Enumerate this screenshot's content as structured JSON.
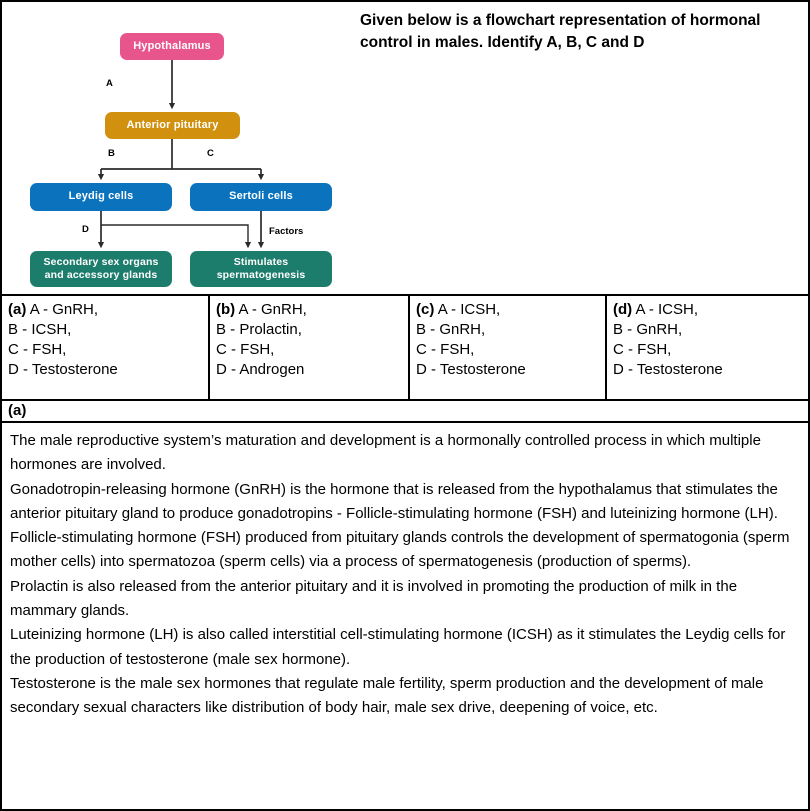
{
  "prompt": {
    "text": "Given below is a flowchart representation of hormonal control in males. Identify A, B, C and D"
  },
  "flowchart": {
    "nodes": {
      "hypothalamus": "Hypothalamus",
      "anterior_pituitary": "Anterior pituitary",
      "leydig_cells": "Leydig cells",
      "sertoli_cells": "Sertoli cells",
      "secondary_sex_organs": "Secondary sex organs\nand accessory glands",
      "secondary_sex_organs_l1": "Secondary sex organs",
      "secondary_sex_organs_l2": "and accessory glands",
      "stimulates_spermatogenesis_l1": "Stimulates",
      "stimulates_spermatogenesis_l2": "spermatogenesis"
    },
    "edge_labels": {
      "a": "A",
      "b": "B",
      "c": "C",
      "d": "D",
      "factors": "Factors"
    },
    "colors": {
      "hypothalamus": "#e8558c",
      "anterior_pituitary": "#d1900e",
      "cells": "#0b73bd",
      "targets": "#1d7d6c",
      "connector": "#2b2b2b"
    }
  },
  "options": [
    {
      "key": "(a)",
      "lines": [
        "A - GnRH,",
        "B - ICSH,",
        "C - FSH,",
        "D - Testosterone"
      ]
    },
    {
      "key": "(b)",
      "lines": [
        "A - GnRH,",
        "B - Prolactin,",
        "C - FSH,",
        "D - Androgen"
      ]
    },
    {
      "key": "(c)",
      "lines": [
        "A - ICSH,",
        "B - GnRH,",
        "C - FSH,",
        "D - Testosterone"
      ]
    },
    {
      "key": "(d)",
      "lines": [
        "A - ICSH,",
        "B - GnRH,",
        "C - FSH,",
        "D - Testosterone"
      ]
    }
  ],
  "answer": {
    "label": "(a)"
  },
  "explanation": {
    "paragraphs": [
      "The male reproductive system’s maturation and development is a hormonally controlled process in which multiple hormones are involved.",
      "Gonadotropin-releasing hormone (GnRH) is the hormone that is released from the hypothalamus that stimulates the anterior pituitary gland to produce gonadotropins - Follicle-stimulating hormone (FSH) and luteinizing hormone (LH).",
      "Follicle-stimulating hormone (FSH) produced from pituitary glands controls the development of spermatogonia (sperm mother cells) into spermatozoa (sperm cells) via a process of spermatogenesis (production of sperms).",
      "Prolactin is also released from the anterior pituitary and it is involved in promoting the production of milk in the mammary glands.",
      "Luteinizing hormone (LH) is also called interstitial cell-stimulating hormone (ICSH) as it stimulates the Leydig cells for the production of testosterone (male sex hormone).",
      "Testosterone is the male sex hormones that regulate male fertility, sperm production and the development of male secondary sexual characters like distribution of body hair, male sex drive, deepening of voice, etc."
    ]
  }
}
